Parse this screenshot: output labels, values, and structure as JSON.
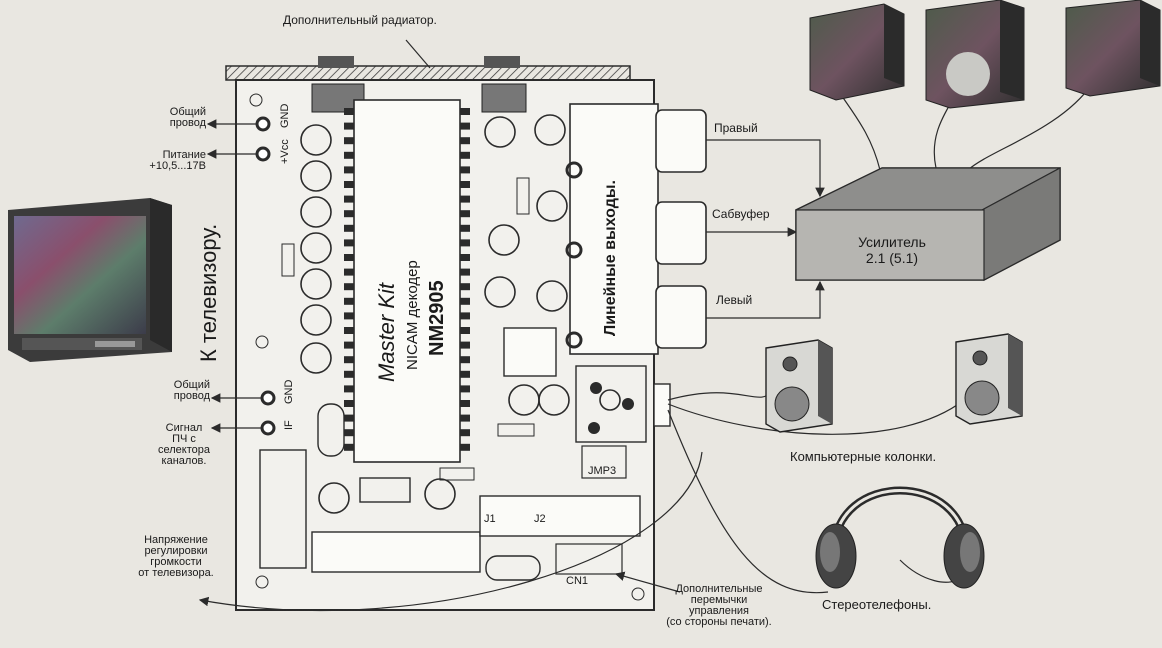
{
  "labels": {
    "radiator": "Дополнительный радиатор.",
    "common_wire_top": [
      "Общий",
      "провод"
    ],
    "power": [
      "Питание",
      "+10,5...17В"
    ],
    "common_wire_bottom": [
      "Общий",
      "провод"
    ],
    "if_signal": [
      "Сигнал",
      "ПЧ с",
      "селектора",
      "каналов."
    ],
    "volume_voltage": [
      "Напряжение",
      "регулировки",
      "громкости",
      "от телевизора."
    ],
    "extra_jumpers": [
      "Дополнительные",
      "перемычки",
      "управления",
      "(со стороны печати)."
    ],
    "to_tv": "К телевизору.",
    "right_ch": "Правый",
    "subwoofer": "Сабвуфер",
    "left_ch": "Левый",
    "amplifier": [
      "Усилитель",
      "2.1 (5.1)"
    ],
    "line_outputs": "Линейные выходы.",
    "computer_speakers": "Компьютерные колонки.",
    "headphones": "Стереотелефоны."
  },
  "board": {
    "brand": "Master Kit",
    "decoder": "NICAM декодер",
    "chip": "NM2905",
    "pin_gnd_top": "GND",
    "pin_vcc": "+Vcc",
    "pin_gnd_bottom": "GND",
    "pin_if": "IF",
    "jmp3": "JMP3",
    "j1": "J1",
    "j2": "J2",
    "connector": "CN1"
  },
  "colors": {
    "line": "#2b2b2b",
    "board": "#f2f1ed",
    "amplifier": "#a9a9a7",
    "speaker": "#444444"
  }
}
